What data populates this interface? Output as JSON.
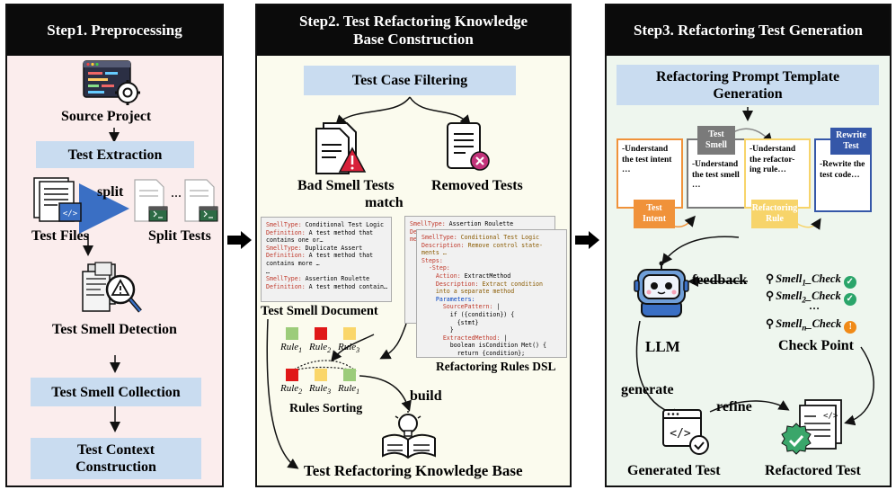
{
  "step1": {
    "title": "Step1. Preprocessing",
    "source_project": "Source Project",
    "test_extraction": "Test Extraction",
    "split": "split",
    "ellipsis": "...",
    "test_files": "Test Files",
    "split_tests": "Split Tests",
    "smell_detection": "Test Smell Detection",
    "smell_collection": "Test Smell Collection",
    "context_construction": "Test Context Construction"
  },
  "step2": {
    "title": "Step2. Test Refactoring Knowledge Base Construction",
    "case_filtering": "Test Case Filtering",
    "bad_smell_tests": "Bad Smell Tests",
    "removed_tests": "Removed Tests",
    "match": "match",
    "smell_document": "Test Smell Document",
    "rules_dsl": "Refactoring Rules DSL",
    "rules_sorting": "Rules Sorting",
    "build": "build",
    "knowledge_base": "Test Refactoring Knowledge Base",
    "doc_lines": [
      [
        "SmellType:",
        " Conditional Test Logic"
      ],
      [
        "Definition:",
        " A test method that"
      ],
      [
        "",
        "contains one or…"
      ],
      [
        "",
        ""
      ],
      [
        "SmellType:",
        " Duplicate Assert"
      ],
      [
        "Definition:",
        " A test method that"
      ],
      [
        "",
        "contains more …"
      ],
      [
        "",
        "…"
      ],
      [
        "",
        ""
      ],
      [
        "SmellType:",
        " Assertion Roulette"
      ],
      [
        "Definition:",
        " A test method contain…"
      ]
    ],
    "dsl_back_lines": [
      [
        "SmellType:",
        " Assertion Roulette"
      ],
      [
        "De",
        ""
      ],
      [
        "me",
        ""
      ]
    ],
    "dsl_lines": [
      [
        "SmellType:",
        " Conditional Test Logic",
        "k",
        "v"
      ],
      [
        "Description:",
        " Remove control state-",
        "k",
        "v"
      ],
      [
        "",
        "ments …",
        "",
        "v"
      ],
      [
        "Steps:",
        "",
        "k",
        ""
      ],
      [
        "  -Step:",
        "",
        "k",
        ""
      ],
      [
        "    Action:",
        " ExtractMethod",
        "k",
        ""
      ],
      [
        "    Description:",
        " Extract condition",
        "k",
        "v"
      ],
      [
        "",
        "    into a separate method",
        "",
        "v"
      ],
      [
        "    Parameters:",
        "",
        "b",
        ""
      ],
      [
        "      SourcePattern:",
        " |",
        "k",
        ""
      ],
      [
        "",
        "        if ({condition}) {",
        "",
        ""
      ],
      [
        "",
        "          {stmt}",
        "",
        ""
      ],
      [
        "",
        "        }",
        "",
        ""
      ],
      [
        "      ExtractedMethod:",
        " |",
        "k",
        ""
      ],
      [
        "",
        "        boolean isCondition Met() {",
        "",
        ""
      ],
      [
        "",
        "          return {condition};",
        "",
        ""
      ],
      [
        "",
        "        }",
        "",
        ""
      ]
    ],
    "rules_top": [
      {
        "name": "Rule",
        "sub": "1",
        "color": "#9ccc7a"
      },
      {
        "name": "Rule",
        "sub": "2",
        "color": "#e01818"
      },
      {
        "name": "Rule",
        "sub": "3",
        "color": "#fad66a"
      }
    ],
    "rules_bottom": [
      {
        "name": "Rule",
        "sub": "2",
        "color": "#e01818"
      },
      {
        "name": "Rule",
        "sub": "3",
        "color": "#fad66a"
      },
      {
        "name": "Rule",
        "sub": "1",
        "color": "#9ccc7a"
      }
    ]
  },
  "step3": {
    "title": "Step3. Refactoring Test Generation",
    "prompt_template": "Refactoring Prompt Template Generation",
    "cards": [
      {
        "text": "-Understand the test intent …",
        "tag": "Test Intent",
        "border": "#f0923a",
        "tag_color": "#f0923a"
      },
      {
        "text": "-Understand the test smell …",
        "tag": "Test Smell",
        "border": "#7a7a7a",
        "tag_color": "#7a7a7a"
      },
      {
        "text": "-Understand the refactor-ing rule…",
        "tag": "Refactoring Rule",
        "border": "#f7d46a",
        "tag_color": "#f7d46a"
      },
      {
        "text": "-Rewrite the test code…",
        "tag": "Rewrite Test",
        "border": "#3557a8",
        "tag_color": "#3557a8"
      }
    ],
    "feedback": "feedback",
    "checks": [
      {
        "name": "Smell",
        "sub": "1",
        "suffix": "_Check",
        "status": "pass",
        "color": "#2aa56a"
      },
      {
        "name": "Smell",
        "sub": "2",
        "suffix": "_Check",
        "status": "pass",
        "color": "#2aa56a"
      },
      {
        "name": "Smell",
        "sub": "n",
        "suffix": "_Check",
        "status": "warn",
        "color": "#f08a17"
      }
    ],
    "check_ellipsis": "…",
    "llm": "LLM",
    "check_point": "Check Point",
    "generate": "generate",
    "refine": "refine",
    "generated_test": "Generated Test",
    "refactored_test": "Refactored Test"
  }
}
